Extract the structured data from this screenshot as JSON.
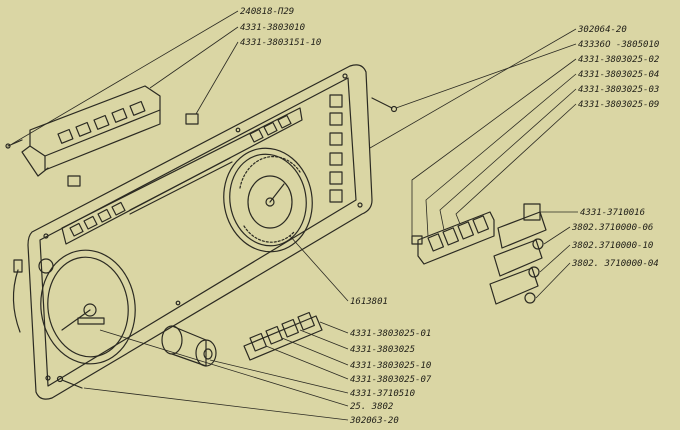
{
  "labels": [
    {
      "id": "p-240818",
      "text": "240818-П29"
    },
    {
      "id": "p-4331-3803010",
      "text": "4331-3803010"
    },
    {
      "id": "p-4331-3803151-10",
      "text": "4331-3803151-10"
    },
    {
      "id": "p-302064-20",
      "text": "302064-20"
    },
    {
      "id": "p-4333-3805010",
      "text": "43336О -3805010"
    },
    {
      "id": "p-4331-3803025-02",
      "text": "4331-3803025-02"
    },
    {
      "id": "p-4331-3803025-04",
      "text": "4331-3803025-04"
    },
    {
      "id": "p-4331-3803025-03",
      "text": "4331-3803025-03"
    },
    {
      "id": "p-4331-3803025-09",
      "text": "4331-3803025-09"
    },
    {
      "id": "p-4331-3710016",
      "text": "4331-3710016"
    },
    {
      "id": "p-3802-3710000-06",
      "text": "3802.3710000-06"
    },
    {
      "id": "p-3802-3710000-10",
      "text": "3802.3710000-10"
    },
    {
      "id": "p-3802-3710000-04",
      "text": "3802. 3710000-04"
    },
    {
      "id": "p-1613801",
      "text": "1613801"
    },
    {
      "id": "p-4331-3803025-01",
      "text": "4331-3803025-01"
    },
    {
      "id": "p-4331-3803025",
      "text": "4331-3803025"
    },
    {
      "id": "p-4331-3803025-10",
      "text": "4331-3803025-10"
    },
    {
      "id": "p-4331-3803025-07",
      "text": "4331-3803025-07"
    },
    {
      "id": "p-4331-3710510",
      "text": "4331-3710510"
    },
    {
      "id": "p-25-3802",
      "text": "25. 3802"
    },
    {
      "id": "p-302063-20",
      "text": "302063-20"
    }
  ]
}
